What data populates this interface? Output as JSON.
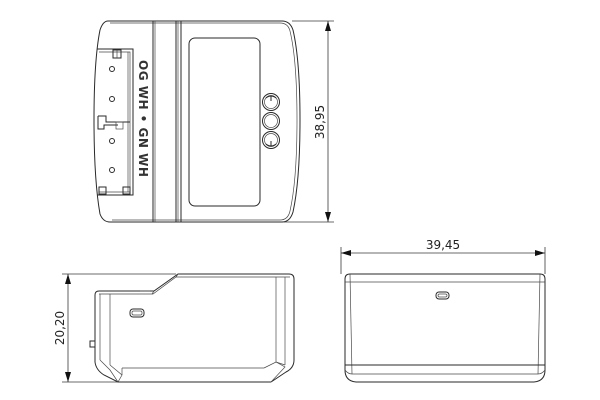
{
  "drawing": {
    "views": [
      "top-view",
      "side-view",
      "front-view"
    ],
    "dimensions": {
      "height_top_view": "38,95",
      "height_side_view": "20,20",
      "width_front_view": "39,45"
    },
    "terminal_labels": {
      "text": "OG WH • GN WH",
      "items": [
        "OG",
        "WH",
        "•",
        "GN",
        "WH"
      ]
    },
    "buttons_count": "3",
    "colors": {
      "line": "#2a2a2a",
      "background": "#ffffff"
    }
  }
}
